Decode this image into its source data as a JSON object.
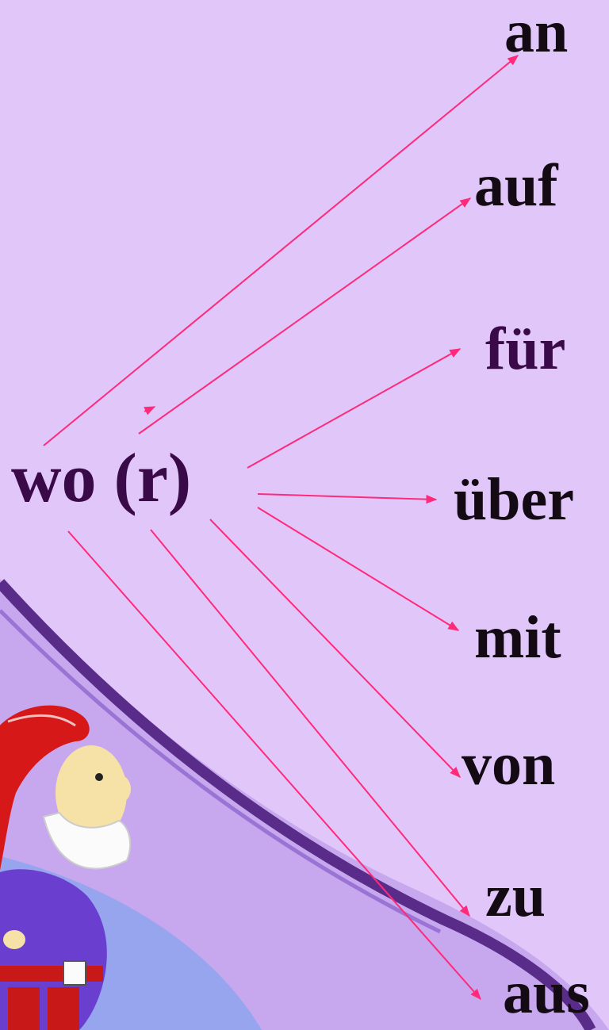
{
  "source_word": {
    "text": "wo (r)",
    "color": "#3a0a48"
  },
  "prepositions": [
    {
      "text": "an",
      "color": "#140a14"
    },
    {
      "text": "auf",
      "color": "#140a14"
    },
    {
      "text": "für",
      "color": "#3a0a48"
    },
    {
      "text": "über",
      "color": "#140a14"
    },
    {
      "text": "mit",
      "color": "#140a14"
    },
    {
      "text": "von",
      "color": "#140a14"
    },
    {
      "text": "zu",
      "color": "#140a14"
    },
    {
      "text": "aus",
      "color": "#140a14"
    }
  ],
  "colors": {
    "background": "#e1c6fa",
    "arrow": "#ff2a7a",
    "swoosh_dark": "#6a2a9a",
    "swoosh_light": "#c9a4ef",
    "gnome_hat": "#d61818",
    "gnome_coat": "#6a3fd0",
    "gnome_face": "#f6e2a6",
    "gnome_beard": "#fbfbfb"
  }
}
